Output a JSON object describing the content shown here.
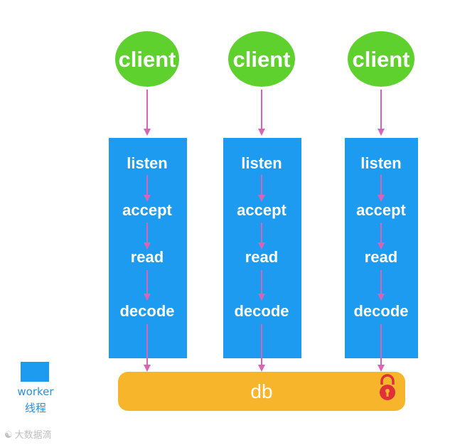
{
  "colors": {
    "client_fill": "#5fd12e",
    "worker_fill": "#1d9bf0",
    "arrow": "#d963b5",
    "db_fill": "#f7b52b",
    "lock_fill": "#e0303a"
  },
  "clients": [
    {
      "label": "client"
    },
    {
      "label": "client"
    },
    {
      "label": "client"
    }
  ],
  "workers": [
    {
      "steps": [
        "listen",
        "accept",
        "read",
        "decode"
      ]
    },
    {
      "steps": [
        "listen",
        "accept",
        "read",
        "decode"
      ]
    },
    {
      "steps": [
        "listen",
        "accept",
        "read",
        "decode"
      ]
    }
  ],
  "db": {
    "label": "db",
    "icon": "lock-icon"
  },
  "legend": {
    "label": "worker",
    "sublabel": "线程"
  },
  "watermark": {
    "icon": "weibo-icon",
    "text": "大数据滴"
  }
}
